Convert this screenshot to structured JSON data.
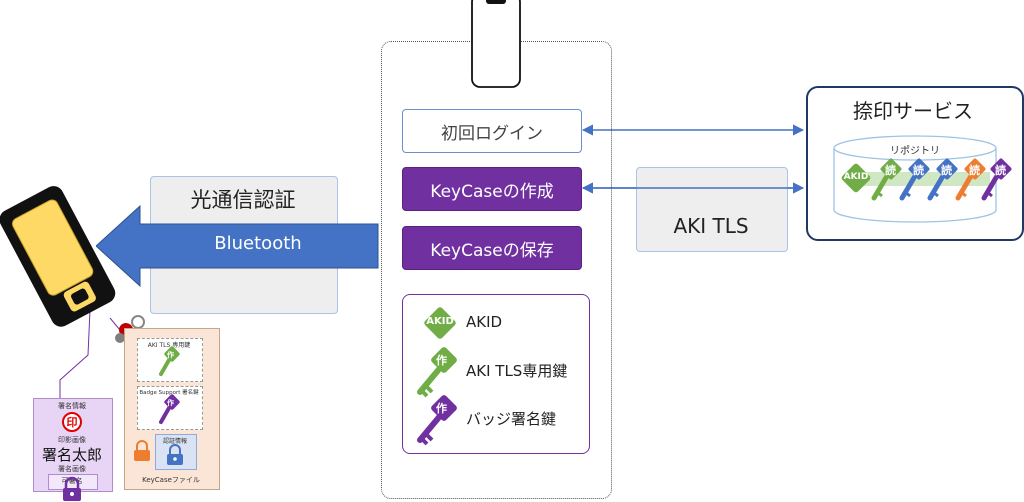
{
  "phone_panel": {
    "first_login": "初回ログイン",
    "create_keycase": "KeyCaseの作成",
    "save_keycase": "KeyCaseの保存"
  },
  "legend": {
    "akid_badge": "AKID",
    "akid_label": "AKID",
    "tls_key_badge": "作",
    "tls_key_label": "AKI TLS専用鍵",
    "badge_key_badge": "作",
    "badge_key_label": "バッジ署名鍵"
  },
  "optical": {
    "title": "光通信認証",
    "arrow_label": "Bluetooth"
  },
  "tls": {
    "label": "AKI TLS"
  },
  "service": {
    "title": "捺印サービス",
    "repository_label": "リポジトリ",
    "akid_badge": "AKID",
    "read_badge": "読"
  },
  "signature_card": {
    "header": "署名情報",
    "stamp_char": "印",
    "stamp_caption": "印影画像",
    "name": "署名太郎",
    "name_caption": "署名画像",
    "footer": "可署名"
  },
  "keycase_file": {
    "tls_card_title": "AKI TLS 専用鍵",
    "tls_card_badge": "作",
    "badge_card_title": "Badge Support 署名鍵",
    "badge_card_badge": "作",
    "cert_label": "認証情報",
    "footer": "KeyCaseファイル"
  },
  "colors": {
    "purple": "#7030a0",
    "green": "#70ad47",
    "blue": "#4472c4",
    "orange": "#ed7d31",
    "navy": "#1f3864",
    "yellow": "#ffd966"
  },
  "icons": [
    "smartphone-icon",
    "security-key-icon",
    "keys-icon",
    "lock-icon",
    "key-icon",
    "diamond-icon"
  ]
}
